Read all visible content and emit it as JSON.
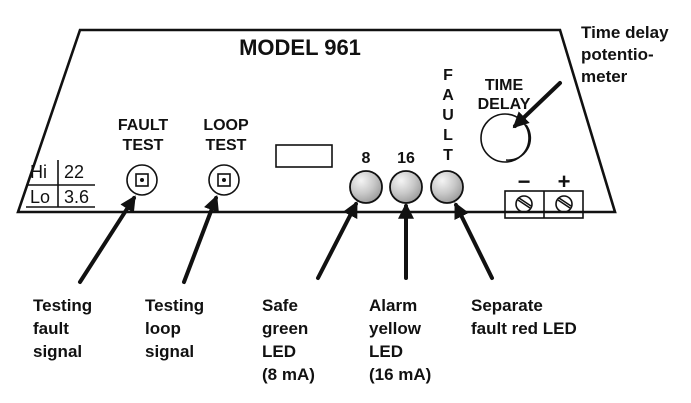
{
  "panel": {
    "title": "MODEL 961",
    "buttons": [
      {
        "line1": "FAULT",
        "line2": "TEST"
      },
      {
        "line1": "LOOP",
        "line2": "TEST"
      }
    ],
    "range": {
      "hi_label": "Hi",
      "hi_value": "22",
      "lo_label": "Lo",
      "lo_value": "3.6"
    },
    "led_labels": [
      "8",
      "16"
    ],
    "fault_vertical": [
      "F",
      "A",
      "U",
      "L",
      "T"
    ],
    "time_delay": {
      "line1": "TIME",
      "line2": "DELAY"
    },
    "terminals": {
      "minus": "−",
      "plus": "+"
    },
    "led_colors": [
      "#cfcfcf",
      "#cfcfcf",
      "#cfcfcf"
    ]
  },
  "callouts": {
    "time_delay": [
      "Time delay",
      "potentio-",
      "meter"
    ],
    "testing_fault": [
      "Testing",
      "fault",
      "signal"
    ],
    "testing_loop": [
      "Testing",
      "loop",
      "signal"
    ],
    "safe_led": [
      "Safe",
      "green",
      "LED",
      "(8 mA)"
    ],
    "alarm_led": [
      "Alarm",
      "yellow",
      "LED",
      "(16 mA)"
    ],
    "fault_led": [
      "Separate",
      "fault red LED"
    ]
  }
}
